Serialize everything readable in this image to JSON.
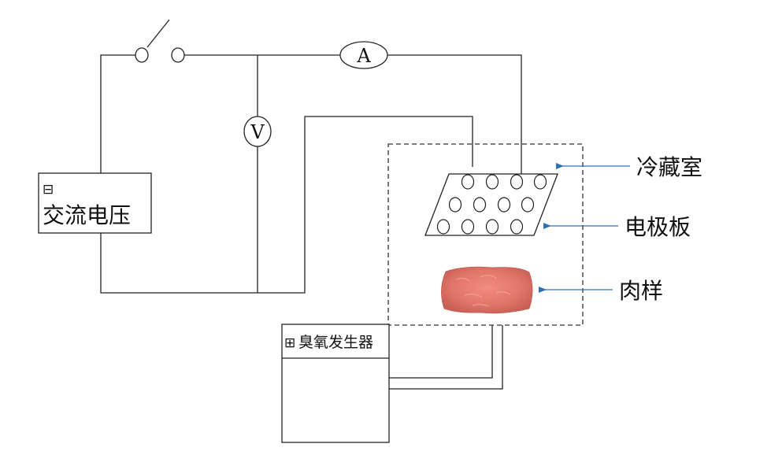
{
  "diagram": {
    "ac_source": {
      "icon": "⊟",
      "label": "交流电压"
    },
    "ammeter": {
      "label": "A"
    },
    "voltmeter": {
      "label": "V"
    },
    "ozone_generator": {
      "icon": "⊞",
      "label": "臭氧发生器"
    },
    "callouts": {
      "cold_room": "冷藏室",
      "electrode_plate": "电极板",
      "meat_sample": "肉样"
    },
    "colors": {
      "wire": "#222222",
      "arrow": "#2e6fb3",
      "meat": "#e2776a"
    }
  }
}
